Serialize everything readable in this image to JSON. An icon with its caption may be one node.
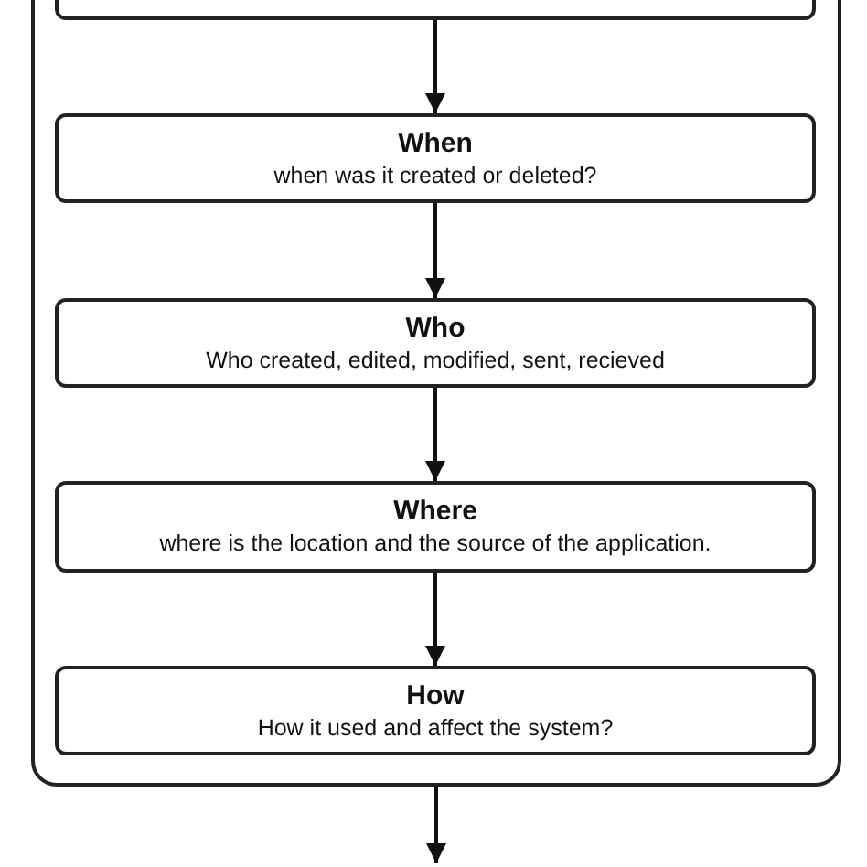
{
  "diagram": {
    "nodes": [
      {
        "text": [],
        "shape": "box"
      },
      {
        "text": [],
        "shape": "box",
        "in": 0
      },
      {
        "text": [
          "When",
          "when was it created or deleted?"
        ],
        "in": 0
      },
      {
        "text": [
          "Who",
          "Who created, edited, modified, sent, recieved"
        ],
        "in": 0
      },
      {
        "text": [
          "Where",
          "where is the location and the source of the application."
        ],
        "in": 0
      },
      {
        "text": [
          "How",
          "How it used and affect the system?"
        ],
        "in": 0
      }
    ],
    "edges": [
      {
        "from": 1,
        "to": 2,
        "arrow": "to"
      },
      {
        "from": 2,
        "to": 3,
        "arrow": "to"
      },
      {
        "from": 3,
        "to": 4,
        "arrow": "to"
      },
      {
        "from": 4,
        "to": 5,
        "arrow": "to"
      },
      {
        "from": 0,
        "to": null,
        "arrow": "to"
      }
    ]
  }
}
